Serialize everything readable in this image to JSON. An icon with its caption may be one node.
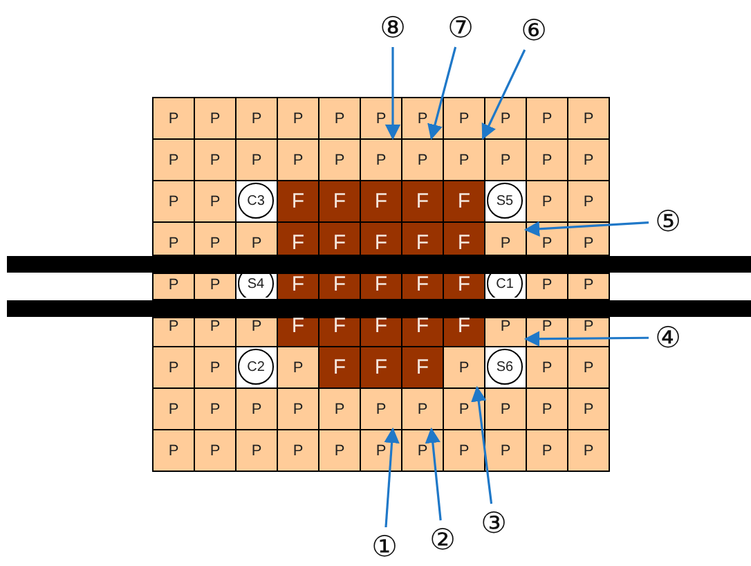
{
  "diagram": {
    "nodes": [
      {
        "text": [
          "⑧"
        ]
      },
      {
        "text": [
          "⑦"
        ]
      },
      {
        "text": [
          "⑥"
        ]
      },
      {
        "text": [
          "P"
        ]
      },
      {
        "text": [
          "P"
        ]
      },
      {
        "text": [
          "P"
        ]
      },
      {
        "text": [
          "P"
        ]
      },
      {
        "text": [
          "P"
        ]
      },
      {
        "text": [
          "P"
        ]
      },
      {
        "text": [
          "P"
        ]
      },
      {
        "text": [
          "P"
        ]
      },
      {
        "text": [
          "P"
        ]
      },
      {
        "text": [
          "P"
        ]
      },
      {
        "text": [
          "P"
        ]
      },
      {
        "text": [
          "P"
        ]
      },
      {
        "text": [
          "P"
        ]
      },
      {
        "text": [
          "P"
        ]
      },
      {
        "text": [
          "P"
        ]
      },
      {
        "text": [
          "P"
        ]
      },
      {
        "text": [
          "P"
        ]
      },
      {
        "text": [
          "P"
        ]
      },
      {
        "text": [
          "P"
        ]
      },
      {
        "text": [
          "P"
        ]
      },
      {
        "text": [
          "P"
        ]
      },
      {
        "text": [
          "P"
        ]
      },
      {
        "text": [
          "P"
        ]
      },
      {
        "text": [
          "P"
        ]
      },
      {
        "text": [],
        "shape": "box"
      },
      {
        "text": [
          "C3"
        ],
        "in": 27
      },
      {
        "text": [
          "F"
        ]
      },
      {
        "text": [
          "F"
        ]
      },
      {
        "text": [
          "F"
        ]
      },
      {
        "text": [
          "F"
        ]
      },
      {
        "text": [
          "F"
        ]
      },
      {
        "text": [],
        "shape": "box"
      },
      {
        "text": [
          "S5"
        ],
        "in": 34
      },
      {
        "text": [
          "P"
        ]
      },
      {
        "text": [
          "P"
        ]
      },
      {
        "text": [
          "P"
        ]
      },
      {
        "text": [
          "P"
        ]
      },
      {
        "text": [
          "P"
        ]
      },
      {
        "text": [
          "F"
        ]
      },
      {
        "text": [
          "F"
        ]
      },
      {
        "text": [
          "F"
        ]
      },
      {
        "text": [
          "F"
        ]
      },
      {
        "text": [
          "F"
        ]
      },
      {
        "text": [
          "P"
        ]
      },
      {
        "text": [
          "P"
        ]
      },
      {
        "text": [
          "P"
        ]
      },
      {
        "text": [
          "P"
        ]
      },
      {
        "text": [
          "P"
        ]
      },
      {
        "text": [],
        "shape": "box"
      },
      {
        "text": [
          "S4"
        ],
        "in": 51
      },
      {
        "text": [
          "F"
        ]
      },
      {
        "text": [
          "F"
        ]
      },
      {
        "text": [
          "F"
        ]
      },
      {
        "text": [
          "F"
        ]
      },
      {
        "text": [
          "F"
        ]
      },
      {
        "text": [],
        "shape": "box"
      },
      {
        "text": [
          "C1"
        ],
        "in": 58
      },
      {
        "text": [
          "P"
        ]
      },
      {
        "text": [
          "P"
        ]
      },
      {
        "text": [
          "P"
        ]
      },
      {
        "text": [
          "P"
        ]
      },
      {
        "text": [
          "P"
        ]
      },
      {
        "text": [
          "F"
        ]
      },
      {
        "text": [
          "F"
        ]
      },
      {
        "text": [
          "F"
        ]
      },
      {
        "text": [
          "F"
        ]
      },
      {
        "text": [
          "F"
        ]
      },
      {
        "text": [
          "P"
        ]
      },
      {
        "text": [
          "P"
        ]
      },
      {
        "text": [
          "P"
        ]
      },
      {
        "text": [
          "P"
        ]
      },
      {
        "text": [
          "P"
        ]
      },
      {
        "text": [],
        "shape": "box"
      },
      {
        "text": [
          "C2"
        ],
        "in": 75
      },
      {
        "text": [
          "P"
        ]
      },
      {
        "text": [
          "F"
        ]
      },
      {
        "text": [
          "F"
        ]
      },
      {
        "text": [
          "F"
        ]
      },
      {
        "text": [
          "P"
        ]
      },
      {
        "text": [],
        "shape": "box"
      },
      {
        "text": [
          "S6"
        ],
        "in": 82
      },
      {
        "text": [
          "P"
        ]
      },
      {
        "text": [
          "P"
        ]
      },
      {
        "text": [
          "P"
        ]
      },
      {
        "text": [
          "P"
        ]
      },
      {
        "text": [
          "P"
        ]
      },
      {
        "text": [
          "P"
        ]
      },
      {
        "text": [
          "P"
        ]
      },
      {
        "text": [
          "P"
        ]
      },
      {
        "text": [
          "P"
        ]
      },
      {
        "text": [
          "P"
        ]
      },
      {
        "text": [
          "P"
        ]
      },
      {
        "text": [
          "P"
        ]
      },
      {
        "text": [
          "P"
        ]
      },
      {
        "text": [
          "P"
        ]
      },
      {
        "text": [
          "P"
        ]
      },
      {
        "text": [
          "P"
        ]
      },
      {
        "text": [
          "P"
        ]
      },
      {
        "text": [
          "P"
        ]
      },
      {
        "text": [
          "P"
        ]
      },
      {
        "text": [
          "P"
        ]
      },
      {
        "text": [
          "P"
        ]
      },
      {
        "text": [
          "P"
        ]
      },
      {
        "text": [
          "P"
        ]
      },
      {
        "text": [
          "P"
        ]
      },
      {
        "text": [
          "⑤"
        ]
      },
      {
        "text": [
          "④"
        ]
      },
      {
        "text": [
          "①"
        ]
      },
      {
        "text": [
          "②"
        ]
      },
      {
        "text": [
          "③"
        ]
      }
    ],
    "edges": [
      {
        "from": 0,
        "to": 19,
        "arrow": "to"
      },
      {
        "from": 1,
        "to": 20,
        "arrow": "to"
      },
      {
        "from": 2,
        "to": 21,
        "arrow": "to"
      },
      {
        "from": 108,
        "to": 46,
        "arrow": "to"
      },
      {
        "from": 109,
        "to": 70,
        "arrow": "to"
      },
      {
        "from": 110,
        "to": 91,
        "arrow": "to"
      },
      {
        "from": 111,
        "to": 92,
        "arrow": "to"
      },
      {
        "from": 112,
        "to": 81,
        "arrow": "to"
      }
    ]
  }
}
